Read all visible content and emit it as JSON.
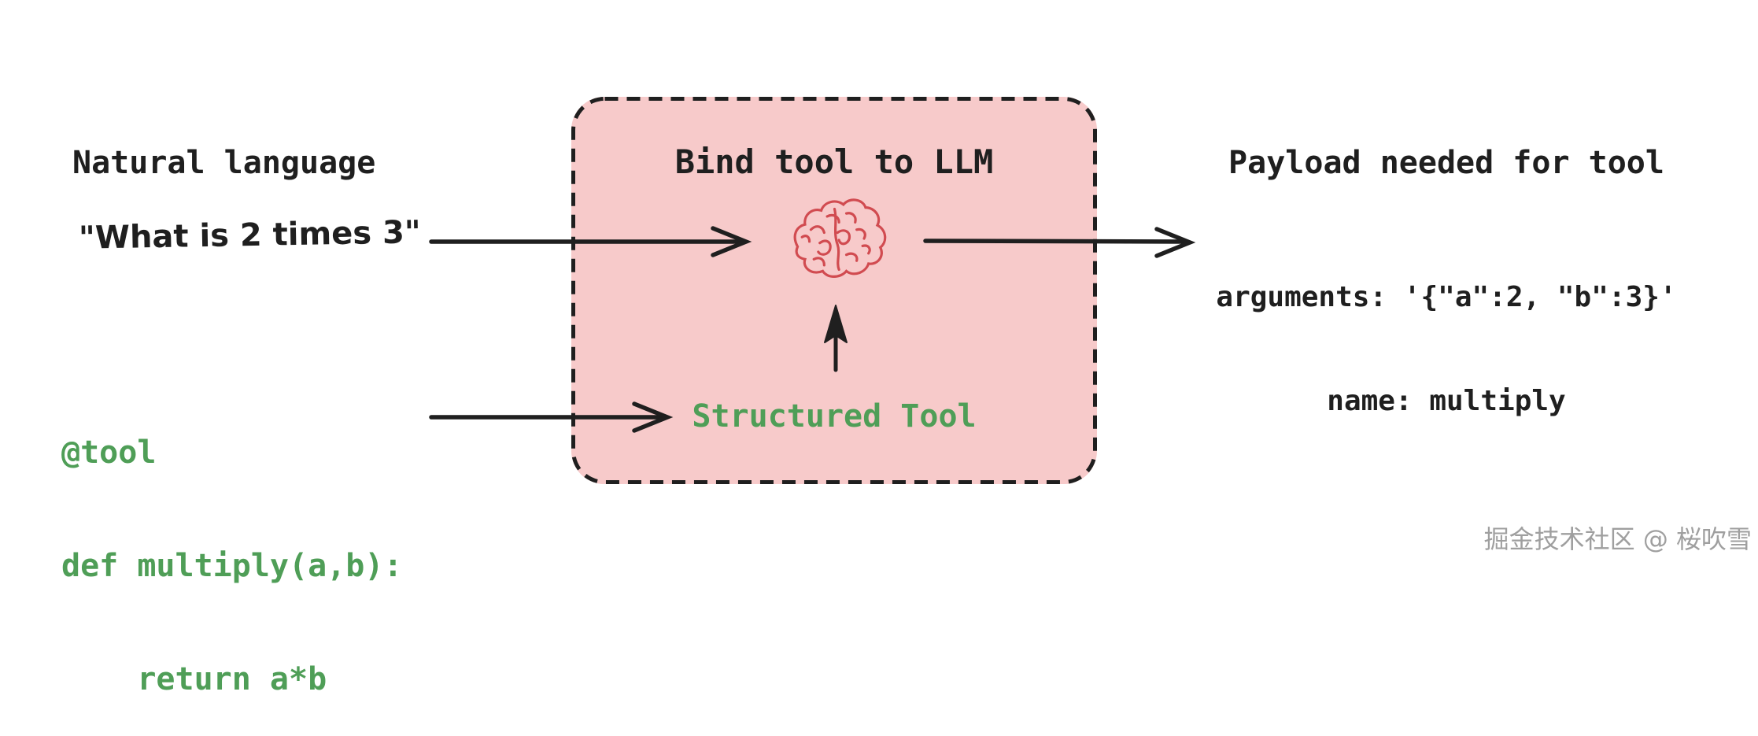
{
  "diagram": {
    "left": {
      "title": "Natural language",
      "quote": "\"What is 2 times 3\"",
      "code_lines": [
        "@tool",
        "def multiply(a,b):",
        "    return a*b"
      ]
    },
    "center_box": {
      "title": "Bind tool to LLM",
      "brain_icon": "brain-icon",
      "tool_label": "Structured Tool"
    },
    "right": {
      "title": "Payload needed for tool",
      "payload_line_1": "arguments: '{\"a\":2, \"b\":3}'",
      "payload_line_2": "name: multiply"
    },
    "watermark": "掘金技术社区 @ 桜吹雪",
    "colors": {
      "text": "#1f1f1f",
      "green": "#4f9e57",
      "box_fill": "#f7caca",
      "box_border": "#1f1f1f",
      "brain_red": "#d14b50",
      "watermark_gray": "#9f9f9f"
    }
  }
}
